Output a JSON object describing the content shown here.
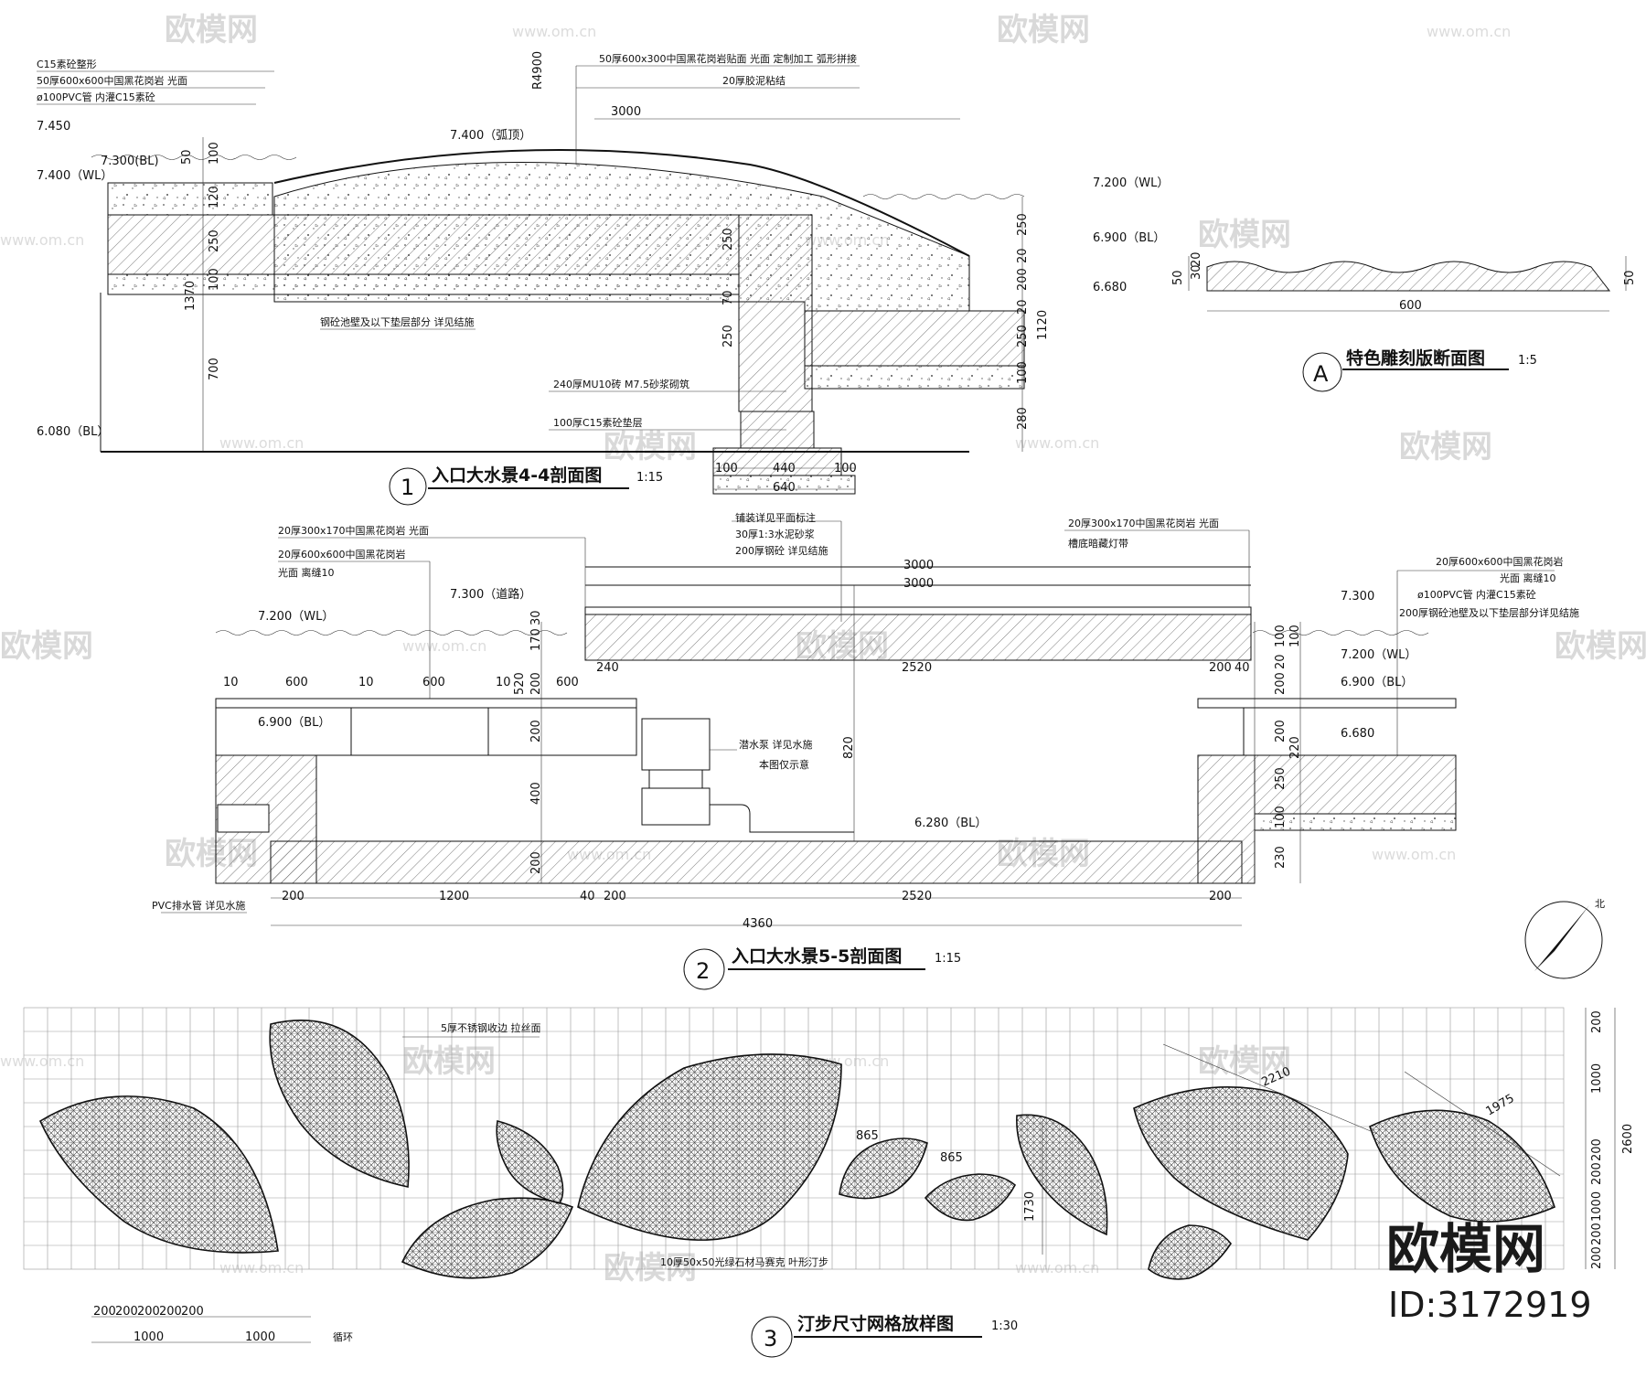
{
  "watermarks": {
    "brand": "欧模网",
    "url": "www.om.cn"
  },
  "brand_mark": {
    "name": "欧模网",
    "id": "ID:3172919"
  },
  "north": {
    "label": "北"
  },
  "section1": {
    "number": "1",
    "title": "入口大水景4-4剖面图",
    "scale": "1:15",
    "notes": [
      "C15素砼整形",
      "50厚600x600中国黑花岗岩  光面",
      "ø100PVC管  内灌C15素砼",
      "50厚600x300中国黑花岗岩贴面  光面  定制加工  弧形拼接",
      "20厚胶泥粘结",
      "钢砼池壁及以下垫层部分  详见结施",
      "240厚MU10砖  M7.5砂浆砌筑",
      "100厚C15素砼垫层"
    ],
    "levels": [
      "7.450",
      "7.400（WL）",
      "7.300(BL)",
      "7.400（弧顶）",
      "7.200（WL）",
      "6.900（BL）",
      "6.680",
      "6.080（BL）"
    ],
    "radius": "R4900",
    "dims_top": [
      "3000"
    ],
    "dims_left": [
      "50",
      "100",
      "120",
      "250",
      "100",
      "1370",
      "700"
    ],
    "dims_mid": [
      "250",
      "70",
      "250"
    ],
    "dims_right": [
      "250",
      "20",
      "200",
      "20",
      "250",
      "100",
      "280",
      "1120"
    ],
    "dims_bottom": [
      "100",
      "440",
      "100",
      "640"
    ]
  },
  "sectionA": {
    "number": "A",
    "title": "特色雕刻版断面图",
    "scale": "1:5",
    "dims_left": [
      "50",
      "30",
      "20"
    ],
    "dims_right": [
      "50"
    ],
    "dims_bottom": [
      "600"
    ]
  },
  "section2": {
    "number": "2",
    "title": "入口大水景5-5剖面图",
    "scale": "1:15",
    "notes_left": [
      "20厚300x170中国黑花岗岩  光面",
      "20厚600x600中国黑花岗岩",
      "光面  离缝10"
    ],
    "notes_center": [
      "铺装详见平面标注",
      "30厚1:3水泥砂浆",
      "200厚钢砼  详见结施"
    ],
    "notes_right_a": [
      "20厚300x170中国黑花岗岩  光面",
      "槽底暗藏灯带"
    ],
    "notes_right_b": [
      "20厚600x600中国黑花岗岩",
      "光面  离缝10",
      "ø100PVC管  内灌C15素砼",
      "200厚钢砼池壁及以下垫层部分详见结施"
    ],
    "pump_note": [
      "潜水泵  详见水施",
      "本图仅示意"
    ],
    "pipe_note": "PVC排水管  详见水施",
    "levels": [
      "7.300（道路）",
      "7.200（WL）",
      "6.900（BL）",
      "6.280（BL）",
      "7.300",
      "7.200（WL）",
      "6.900（BL）",
      "6.680"
    ],
    "dims_top": [
      "3000",
      "3000",
      "240",
      "2520",
      "200",
      "40"
    ],
    "dims_paving": [
      "10",
      "600",
      "10",
      "600",
      "10",
      "600"
    ],
    "dims_vertical": [
      "30",
      "170",
      "520",
      "200",
      "200",
      "400",
      "200",
      "820",
      "100",
      "100",
      "20",
      "200",
      "200",
      "220",
      "250",
      "100",
      "230"
    ],
    "dims_bottom": [
      "200",
      "1200",
      "40",
      "200",
      "2520",
      "200",
      "4360"
    ]
  },
  "section3": {
    "number": "3",
    "title": "汀步尺寸网格放样图",
    "scale": "1:30",
    "notes": [
      "5厚不锈钢收边  拉丝面",
      "10厚50x50光绿石材马赛克  叶形汀步"
    ],
    "leaf_dims": [
      "865",
      "865",
      "2210",
      "1975",
      "1730"
    ],
    "grid_dims_bottom": [
      "200",
      "200",
      "200",
      "200",
      "200",
      "1000",
      "1000",
      "循环"
    ],
    "grid_dims_right": [
      "200",
      "1000",
      "2600",
      "200",
      "200",
      "1000",
      "200",
      "200"
    ]
  }
}
